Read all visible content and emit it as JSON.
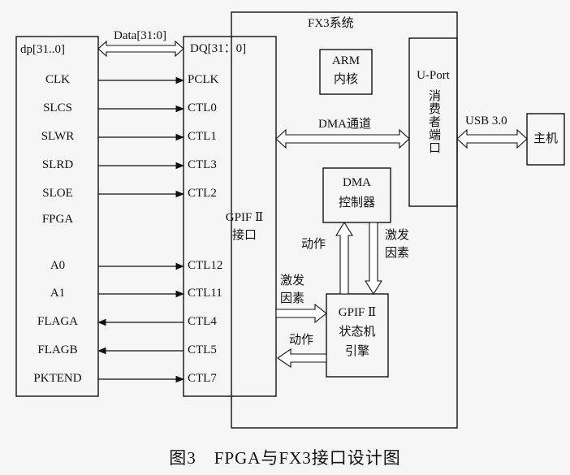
{
  "fpga": {
    "bus_label": "dp[31..0]",
    "signals_out": [
      "CLK",
      "SLCS",
      "SLWR",
      "SLRD",
      "SLOE"
    ],
    "name": "FPGA",
    "signals_addr": [
      "A0",
      "A1"
    ],
    "signals_in": [
      "FLAGA",
      "FLAGB"
    ],
    "pktend": "PKTEND"
  },
  "link": {
    "data_bus": "Data[31:0]"
  },
  "gpif": {
    "bus_label": "DQ[31：0]",
    "pins_top": [
      "PCLK",
      "CTL0",
      "CTL1",
      "CTL3",
      "CTL2"
    ],
    "title_line1": "GPIF Ⅱ",
    "title_line2": "接口",
    "pins_addr": [
      "CTL12",
      "CTL11"
    ],
    "pins_flag": [
      "CTL4",
      "CTL5"
    ],
    "pin_pktend": "CTL7"
  },
  "fx3": {
    "title": "FX3系统",
    "arm_line1": "ARM",
    "arm_line2": "内核",
    "dma_channel": "DMA通道",
    "dma_ctrl_line1": "DMA",
    "dma_ctrl_line2": "控制器",
    "action_up": "动作",
    "trigger_down_line1": "激发",
    "trigger_down_line2": "因素",
    "trigger_in_line1": "激发",
    "trigger_in_line2": "因素",
    "state_line1": "GPIF Ⅱ",
    "state_line2": "状态机",
    "state_line3": "引擎",
    "action_out": "动作"
  },
  "uport": {
    "label": "U-Port",
    "sub": "消费者端口"
  },
  "usb": {
    "label": "USB 3.0"
  },
  "host": {
    "label": "主机"
  },
  "caption": "图3　FPGA与FX3接口设计图"
}
